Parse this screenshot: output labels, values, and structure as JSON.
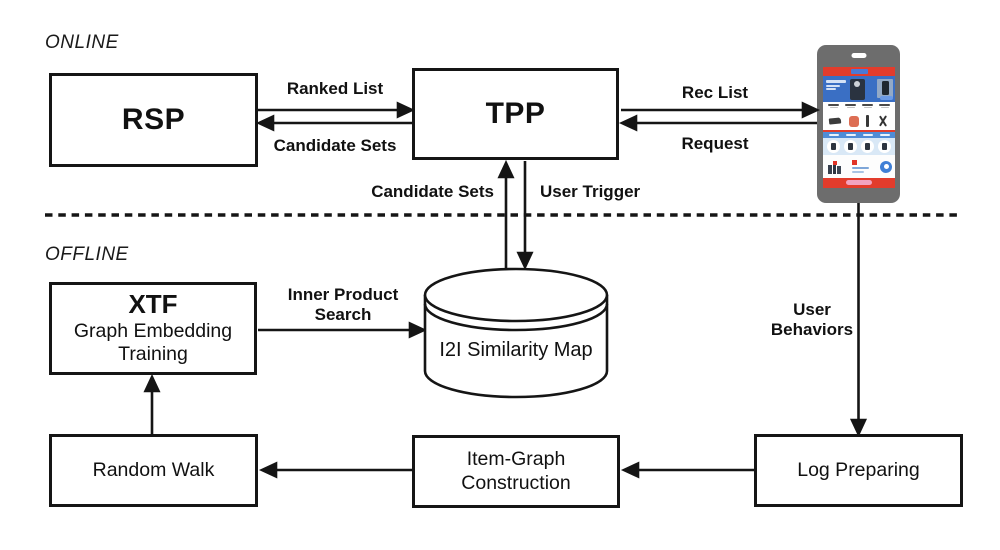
{
  "diagram": {
    "online_label": "ONLINE",
    "offline_label": "OFFLINE",
    "nodes": {
      "rsp": {
        "label": "RSP"
      },
      "tpp": {
        "label": "TPP"
      },
      "xtf": {
        "title": "XTF",
        "line1": "Graph Embedding",
        "line2": "Training"
      },
      "similarity_map": {
        "label": "I2I Similarity Map"
      },
      "random_walk": {
        "label": "Random Walk"
      },
      "item_graph": {
        "line1": "Item-Graph",
        "line2": "Construction"
      },
      "log_preparing": {
        "label": "Log Preparing"
      },
      "phone": {
        "icon": "smartphone-shopping-app"
      }
    },
    "edges": {
      "ranked_list": "Ranked List",
      "candidate_sets_top": "Candidate Sets",
      "rec_list": "Rec List",
      "request": "Request",
      "candidate_sets_mid": "Candidate Sets",
      "user_trigger": "User Trigger",
      "inner_product": {
        "line1": "Inner Product",
        "line2": "Search"
      },
      "user_behaviors": {
        "line1": "User",
        "line2": "Behaviors"
      }
    },
    "colors": {
      "line": "#151515",
      "phone_body": "#6d6d6d",
      "banner_red": "#e23c2c",
      "hero_blue": "#3a6fc4",
      "band_blue": "#4f8cd6",
      "band_blue_light": "#d9e8f6",
      "bottom_red": "#e23c2c",
      "pink": "#f2a3c0",
      "circle_blue": "#3f7fd6"
    }
  }
}
